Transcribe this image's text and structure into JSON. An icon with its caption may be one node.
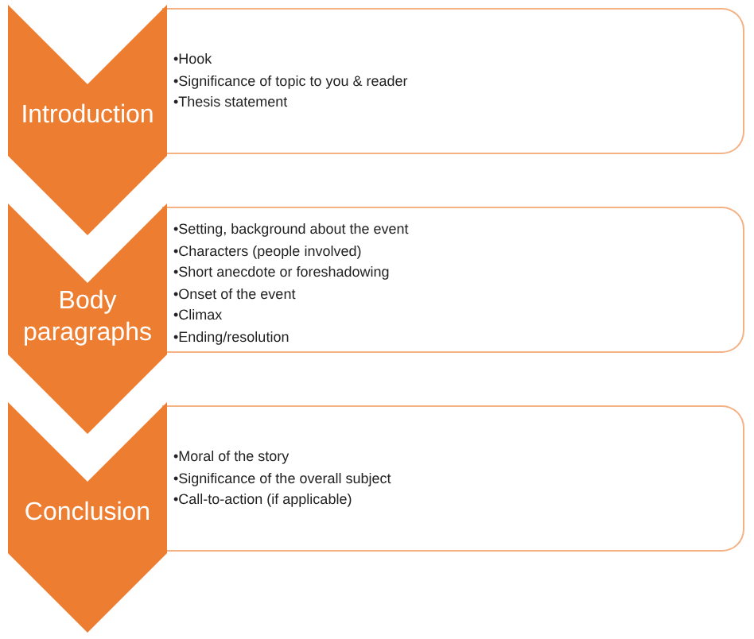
{
  "diagram": {
    "nodes": [
      {
        "text": [
          "Introduction"
        ]
      },
      {
        "text": [
          "•Hook",
          "•Significance of topic to you & reader",
          "•Thesis statement"
        ]
      },
      {
        "text": [
          "Body paragraphs"
        ]
      },
      {
        "text": [
          "•Setting, background about the event",
          "•Characters (people involved)",
          "•Short anecdote or foreshadowing",
          "•Onset of the event",
          "•Climax",
          "•Ending/resolution"
        ]
      },
      {
        "text": [
          "Conclusion"
        ]
      },
      {
        "text": [
          "•Moral of the story",
          "•Significance of the overall subject",
          "•Call-to-action (if applicable)"
        ]
      }
    ]
  }
}
